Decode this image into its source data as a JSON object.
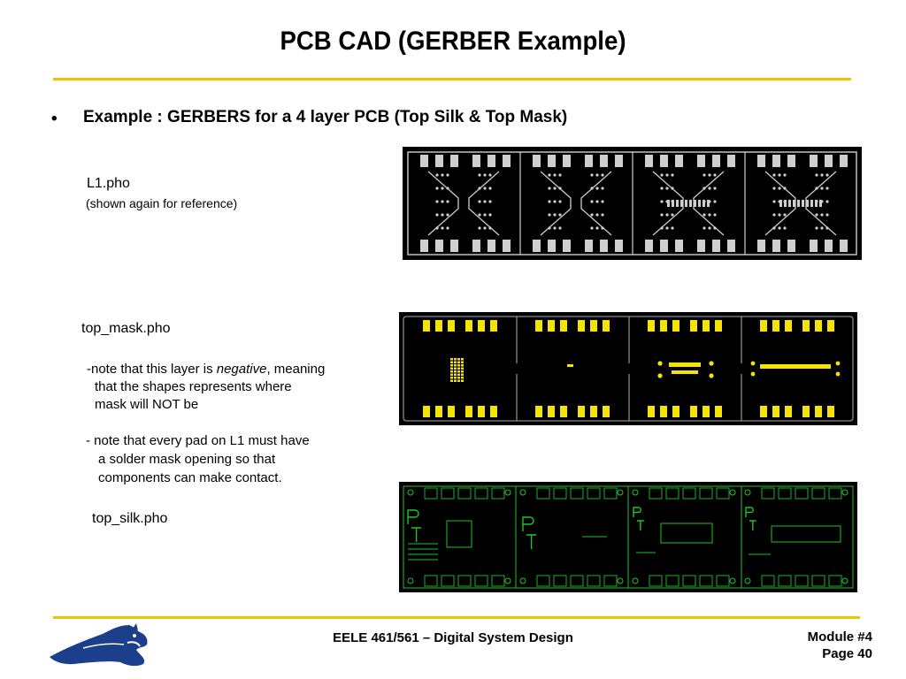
{
  "slide": {
    "title": "PCB CAD (GERBER Example)",
    "bullet": "•",
    "bullet_text": "Example : GERBERS for a 4 layer PCB (Top Silk & Top Mask)"
  },
  "l1": {
    "name": "L1.pho",
    "note": "(shown again for reference)"
  },
  "top_mask": {
    "name": "top_mask.pho",
    "note1_before": "-note that this layer is ",
    "note1_italic": "negative",
    "note1_after": ", meaning",
    "note1_line2": "that the shapes represents where",
    "note1_line3": "mask will NOT be",
    "note2_line1": "- note that every pad on L1 must have",
    "note2_line2": "a solder mask opening so that",
    "note2_line3": "components can make contact."
  },
  "top_silk": {
    "name": "top_silk.pho"
  },
  "footer": {
    "course": "EELE 461/561 – Digital System Design",
    "module": "Module #4",
    "page": "Page 40"
  },
  "colors": {
    "accent_rule": "#f2c200",
    "mask_pad": "#f5e400",
    "silk_green": "#22c22a",
    "l1_copper": "#cfcfcf",
    "logo_blue": "#1b3f8a"
  }
}
